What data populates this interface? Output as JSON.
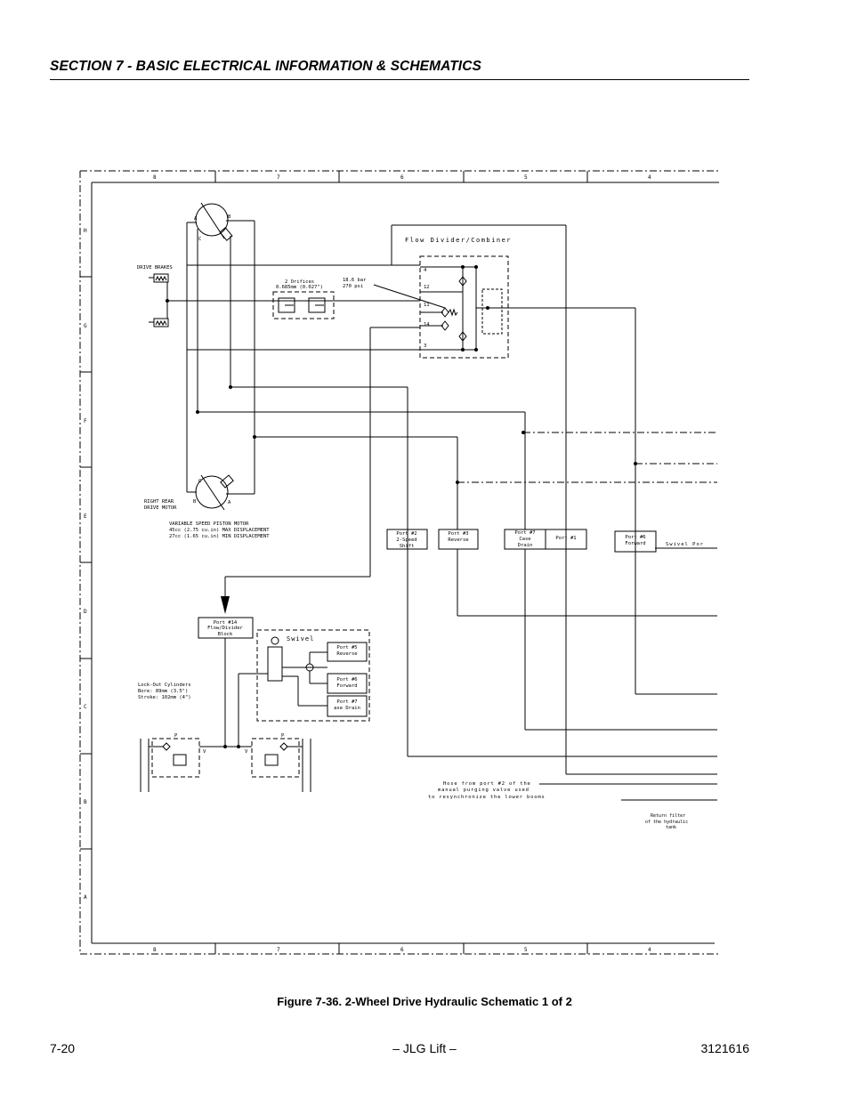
{
  "header": {
    "section_title": "SECTION 7 - BASIC ELECTRICAL INFORMATION & SCHEMATICS"
  },
  "schematic": {
    "frame_columns": [
      "8",
      "7",
      "6",
      "5",
      "4"
    ],
    "frame_rows": [
      "H",
      "G",
      "F",
      "E",
      "D",
      "C",
      "B",
      "A"
    ],
    "labels": {
      "drive_brakes": "DRIVE BRAKES",
      "orifices_1": "2 Orifices",
      "orifices_2": "0.685mm (0.027\")",
      "relief_1": "18.6 bar",
      "relief_2": "270 psi",
      "flow_divider": "Flow Divider/Combiner",
      "fd_port_4": "4",
      "fd_port_12": "12",
      "fd_port_11": "11",
      "fd_port_14": "14",
      "fd_port_3": "3",
      "motor_port_a": "A",
      "motor_port_b": "B",
      "motor_port_c": "C",
      "drive_motor_1": "RIGHT REAR",
      "drive_motor_2": "DRIVE MOTOR",
      "piston_motor_1": "VARIABLE SPEED PISTON MOTOR",
      "piston_motor_2": "45cc (2.75 cu.in) MAX DISPLACEMENT",
      "piston_motor_3": "27cc (1.65 cu.in) MIN DISPLACEMENT",
      "lockout_1": "Lock-Out Cylinders",
      "lockout_2": "Bore: 89mm (3.5\")",
      "lockout_3": "Stroke: 102mm (4\")",
      "swivel": "Swivel",
      "swivel_port": "Swivel Por",
      "hose_1": "Hose from port #2 of the",
      "hose_2": "manual purging valve used",
      "hose_3": "to resynchronize the lower booms",
      "return_1": "Return filter",
      "return_2": "of the hydraulic",
      "return_3": "tank",
      "valve_p": "P",
      "valve_v": "V"
    },
    "port_boxes": {
      "p14_1": "Port #14",
      "p14_2": "Flow/Divider",
      "p14_3": "Block",
      "p2_1": "Port #2",
      "p2_2": "2-Speed",
      "p2_3": "Shift",
      "p3_1": "Port #3",
      "p3_2": "Reverse",
      "p7_1": "Port #7",
      "p7_2": "Case",
      "p7_3": "Drain",
      "p1": "Port #1",
      "p6_1": "Port #6",
      "p6_2": "Forward",
      "s5_1": "Port #5",
      "s5_2": "Reverse",
      "s6_1": "Port #6",
      "s6_2": "Forward",
      "s7_1": "Port #7",
      "s7_2": "ase Drain"
    }
  },
  "caption": "Figure 7-36.  2-Wheel Drive Hydraulic Schematic 1 of 2",
  "footer": {
    "page_number": "7-20",
    "center": "– JLG Lift –",
    "doc_number": "3121616"
  }
}
